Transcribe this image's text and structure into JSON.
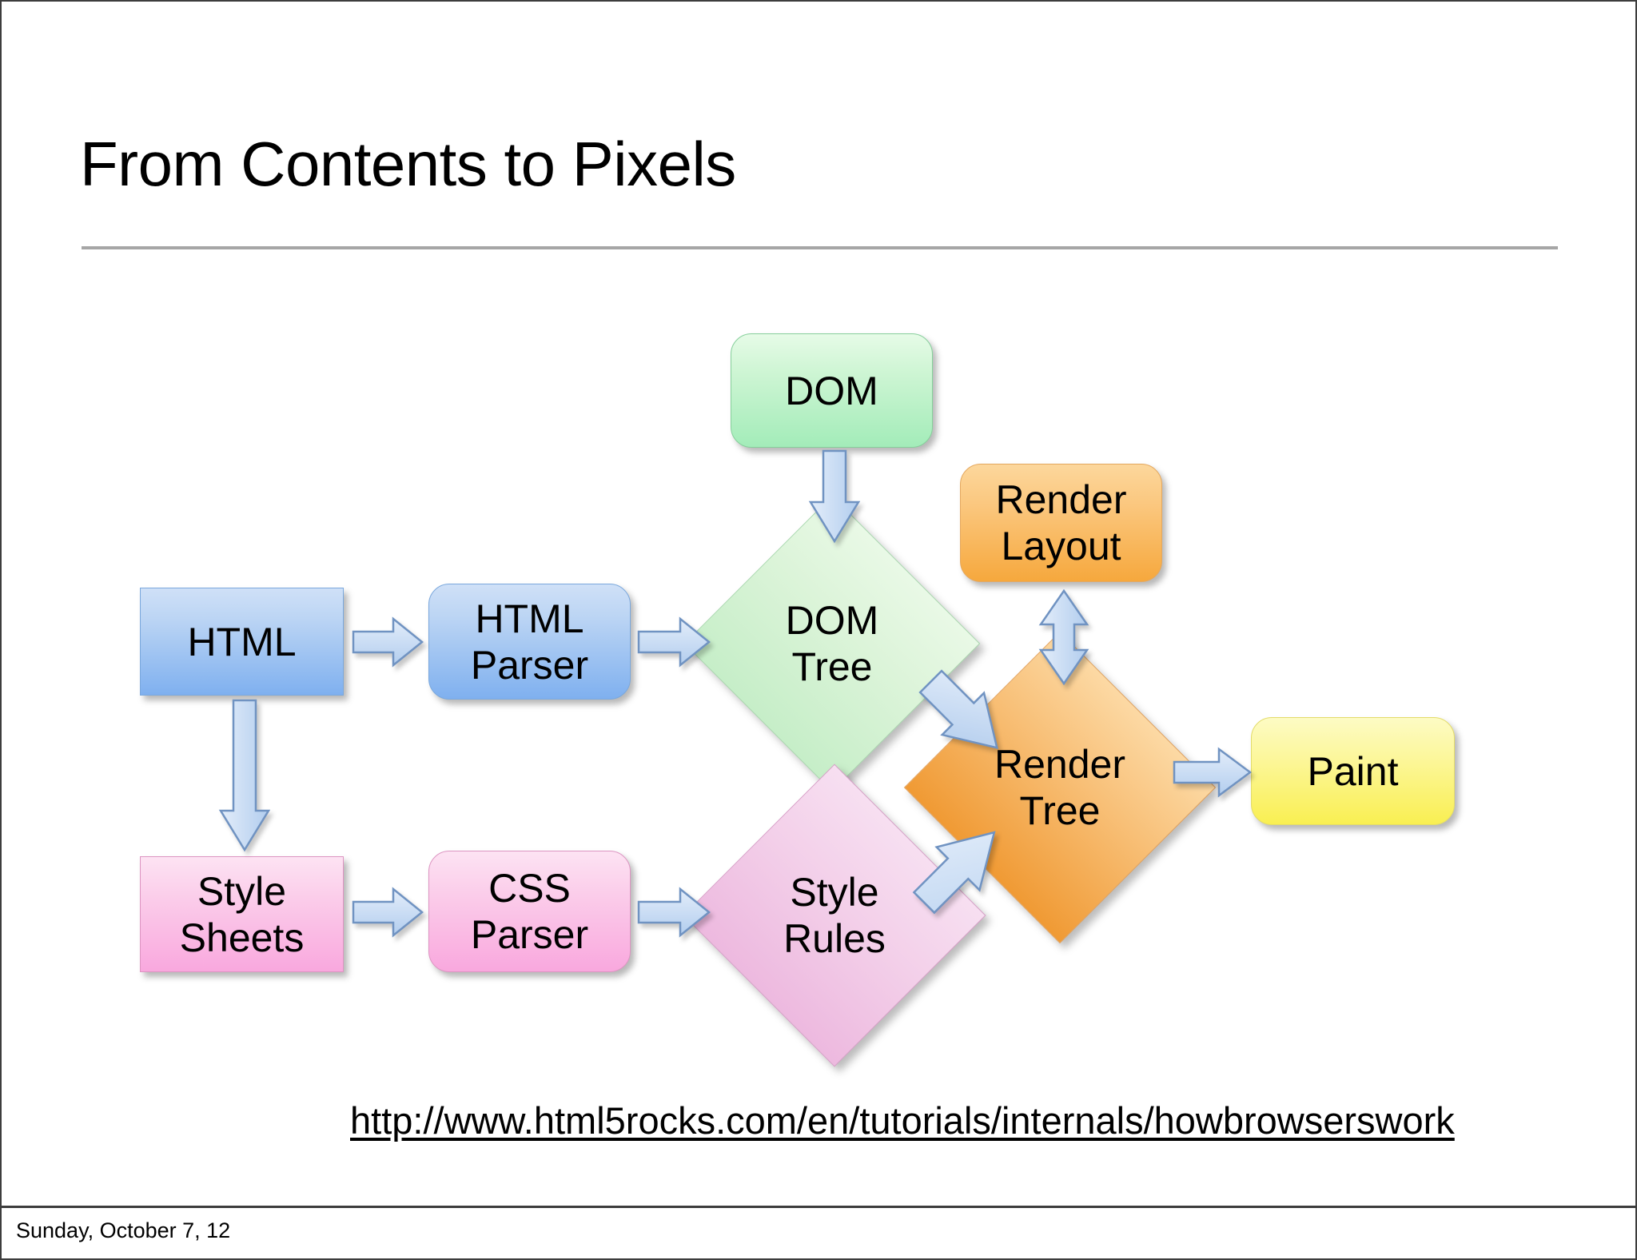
{
  "slide": {
    "title": "From Contents to Pixels",
    "footer_date": "Sunday, October 7, 12",
    "source_link": "http://www.html5rocks.com/en/tutorials/internals/howbrowserswork"
  },
  "colors": {
    "blue": "#8fbbf0",
    "green": "#a8eebb",
    "green_light": "#d4f2d2",
    "pink": "#f9abdf",
    "pink_light": "#eec0e1",
    "orange": "#f6ab43",
    "orange_diamond": "#f3a449",
    "yellow": "#faf05a",
    "arrow_fill": "#c3d8f2",
    "arrow_stroke": "#6f93c4",
    "divider": "#a6a6a6",
    "frame": "#3d3d3d",
    "text": "#000000"
  },
  "diagram": {
    "type": "flowchart",
    "title": "Browser rendering pipeline",
    "nodes": [
      {
        "id": "html",
        "label": "HTML",
        "shape": "rectangle",
        "color": "blue"
      },
      {
        "id": "html-parser",
        "label": "HTML\nParser",
        "shape": "rounded-rectangle",
        "color": "blue"
      },
      {
        "id": "dom",
        "label": "DOM",
        "shape": "rounded-rectangle",
        "color": "green"
      },
      {
        "id": "dom-tree",
        "label": "DOM\nTree",
        "shape": "diamond",
        "color": "green_light"
      },
      {
        "id": "render-layout",
        "label": "Render\nLayout",
        "shape": "rounded-rectangle",
        "color": "orange"
      },
      {
        "id": "render-tree",
        "label": "Render\nTree",
        "shape": "diamond",
        "color": "orange_diamond"
      },
      {
        "id": "paint",
        "label": "Paint",
        "shape": "rounded-rectangle",
        "color": "yellow"
      },
      {
        "id": "style-sheets",
        "label": "Style\nSheets",
        "shape": "rectangle",
        "color": "pink"
      },
      {
        "id": "css-parser",
        "label": "CSS\nParser",
        "shape": "rounded-rectangle",
        "color": "pink"
      },
      {
        "id": "style-rules",
        "label": "Style\nRules",
        "shape": "diamond",
        "color": "pink_light"
      }
    ],
    "edges": [
      {
        "from": "html",
        "to": "html-parser",
        "direction": "right"
      },
      {
        "from": "html-parser",
        "to": "dom-tree",
        "direction": "right"
      },
      {
        "from": "html",
        "to": "style-sheets",
        "direction": "down"
      },
      {
        "from": "dom",
        "to": "dom-tree",
        "direction": "down"
      },
      {
        "from": "dom-tree",
        "to": "render-tree",
        "direction": "down-right"
      },
      {
        "from": "render-layout",
        "to": "render-tree",
        "direction": "bidirectional-vertical"
      },
      {
        "from": "style-sheets",
        "to": "css-parser",
        "direction": "right"
      },
      {
        "from": "css-parser",
        "to": "style-rules",
        "direction": "right"
      },
      {
        "from": "style-rules",
        "to": "render-tree",
        "direction": "up-right"
      },
      {
        "from": "render-tree",
        "to": "paint",
        "direction": "right"
      }
    ]
  },
  "labels": {
    "html": "HTML",
    "html_parser_line1": "HTML",
    "html_parser_line2": "Parser",
    "dom": "DOM",
    "dom_tree_line1": "DOM",
    "dom_tree_line2": "Tree",
    "render_layout_line1": "Render",
    "render_layout_line2": "Layout",
    "render_tree_line1": "Render",
    "render_tree_line2": "Tree",
    "paint": "Paint",
    "style_sheets_line1": "Style",
    "style_sheets_line2": "Sheets",
    "css_parser_line1": "CSS",
    "css_parser_line2": "Parser",
    "style_rules_line1": "Style",
    "style_rules_line2": "Rules"
  }
}
